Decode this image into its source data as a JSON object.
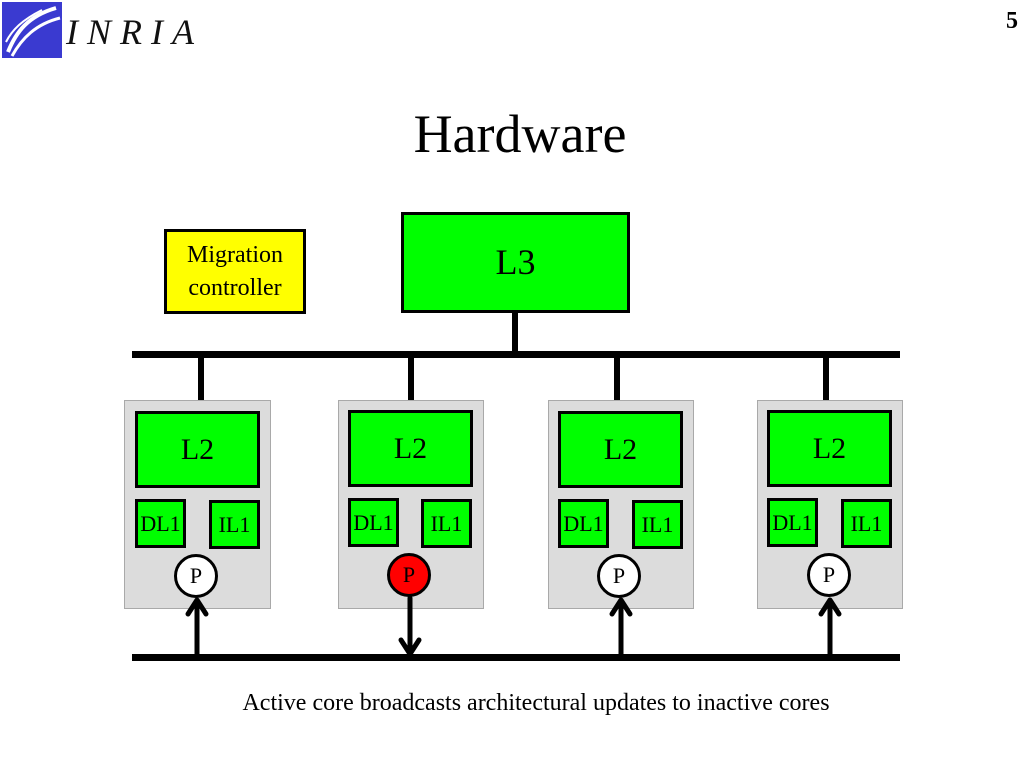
{
  "logo": {
    "text": "INRIA",
    "icon": "inria-logo-icon"
  },
  "page_number": "5",
  "title": "Hardware",
  "migration_controller": "Migration\ncontroller",
  "l3": "L3",
  "cores": [
    {
      "l2": "L2",
      "dl1": "DL1",
      "il1": "IL1",
      "p": "P",
      "active": false
    },
    {
      "l2": "L2",
      "dl1": "DL1",
      "il1": "IL1",
      "p": "P",
      "active": true
    },
    {
      "l2": "L2",
      "dl1": "DL1",
      "il1": "IL1",
      "p": "P",
      "active": false
    },
    {
      "l2": "L2",
      "dl1": "DL1",
      "il1": "IL1",
      "p": "P",
      "active": false
    }
  ],
  "caption": "Active core broadcasts architectural updates to inactive cores",
  "colors": {
    "cache": "#00ff00",
    "controller": "#ffff00",
    "active_core": "#ff0000",
    "core_bg": "#dcdcdc"
  }
}
